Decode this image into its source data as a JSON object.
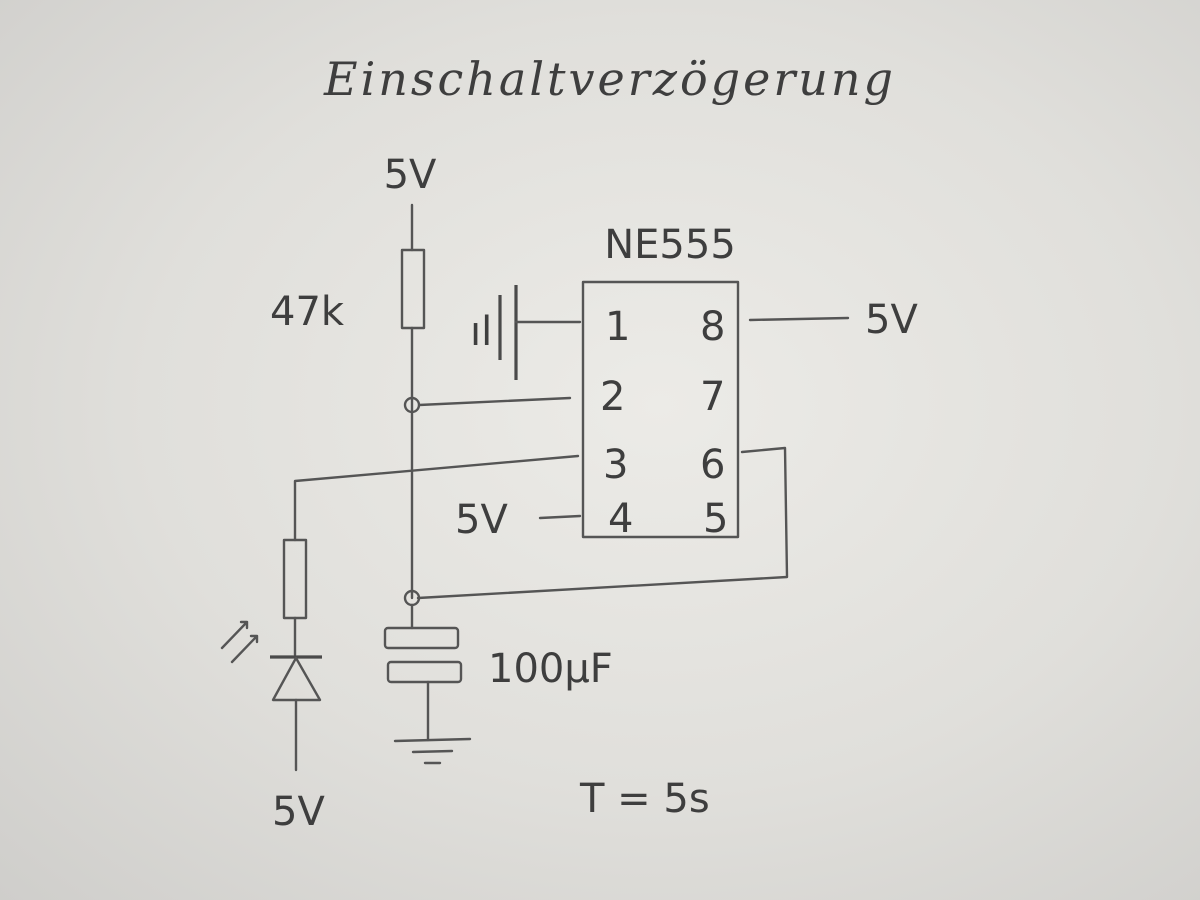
{
  "title": "Einschaltverzögerung",
  "supply_top": "5V",
  "ic": {
    "name": "NE555",
    "pins_left": [
      "1",
      "2",
      "3",
      "4"
    ],
    "pins_right": [
      "8",
      "7",
      "6",
      "5"
    ]
  },
  "pin8_supply": "5V",
  "pin4_supply": "5V",
  "resistor_value": "47k",
  "capacitor_value": "100µF",
  "led_supply": "5V",
  "time_constant": "T = 5s"
}
